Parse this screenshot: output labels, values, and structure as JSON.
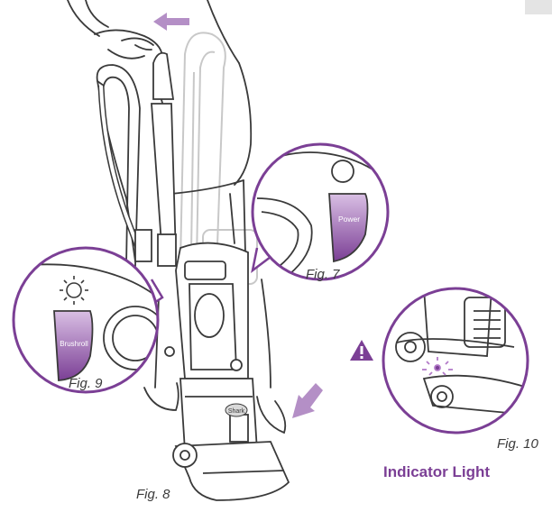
{
  "figures": {
    "fig7": {
      "label": "Fig. 7",
      "button_label": "Power"
    },
    "fig8": {
      "label": "Fig. 8",
      "brand_mark": "Shark"
    },
    "fig9": {
      "label": "Fig. 9",
      "button_label": "Brushroll"
    },
    "fig10": {
      "label": "Fig. 10",
      "heading": "Indicator Light"
    }
  },
  "colors": {
    "accent": "#7b3f95",
    "accent_light": "#c9a6d8",
    "line": "#3a3a3a",
    "ghost": "#c8c8c8"
  },
  "icons": [
    "warning-icon",
    "light-burst-icon",
    "motion-arrow-icon"
  ]
}
